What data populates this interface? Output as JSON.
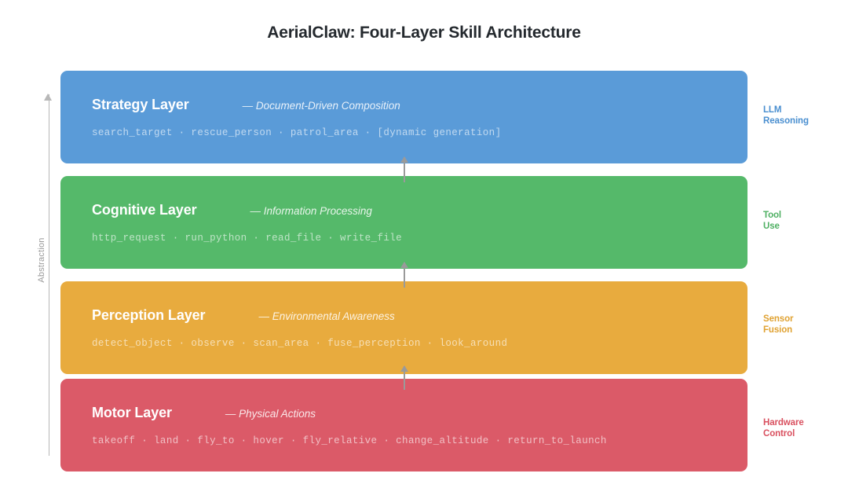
{
  "title": "AerialClaw: Four-Layer Skill Architecture",
  "axis": {
    "label": "Abstraction",
    "direction": "up-arrow"
  },
  "layers": [
    {
      "name": "Strategy Layer",
      "subtitle": "— Document-Driven Composition",
      "skills": "search_target · rescue_person · patrol_area · [dynamic generation]",
      "color": "#5a9bd8",
      "note_line1": "LLM",
      "note_line2": "Reasoning",
      "note_color": "#4a8fd0"
    },
    {
      "name": "Cognitive Layer",
      "subtitle": "— Information Processing",
      "skills": "http_request · run_python · read_file · write_file",
      "color": "#55b96a",
      "note_line1": "Tool",
      "note_line2": "Use",
      "note_color": "#4fb063"
    },
    {
      "name": "Perception Layer",
      "subtitle": "— Environmental Awareness",
      "skills": "detect_object · observe · scan_area · fuse_perception · look_around",
      "color": "#e8ab3e",
      "note_line1": "Sensor",
      "note_line2": "Fusion",
      "note_color": "#e0a232"
    },
    {
      "name": "Motor Layer",
      "subtitle": "— Physical Actions",
      "skills": "takeoff · land · fly_to · hover · fly_relative · change_altitude · return_to_launch",
      "color": "#db5a68",
      "note_line1": "Hardware",
      "note_line2": "Control",
      "note_color": "#d9505f"
    }
  ]
}
